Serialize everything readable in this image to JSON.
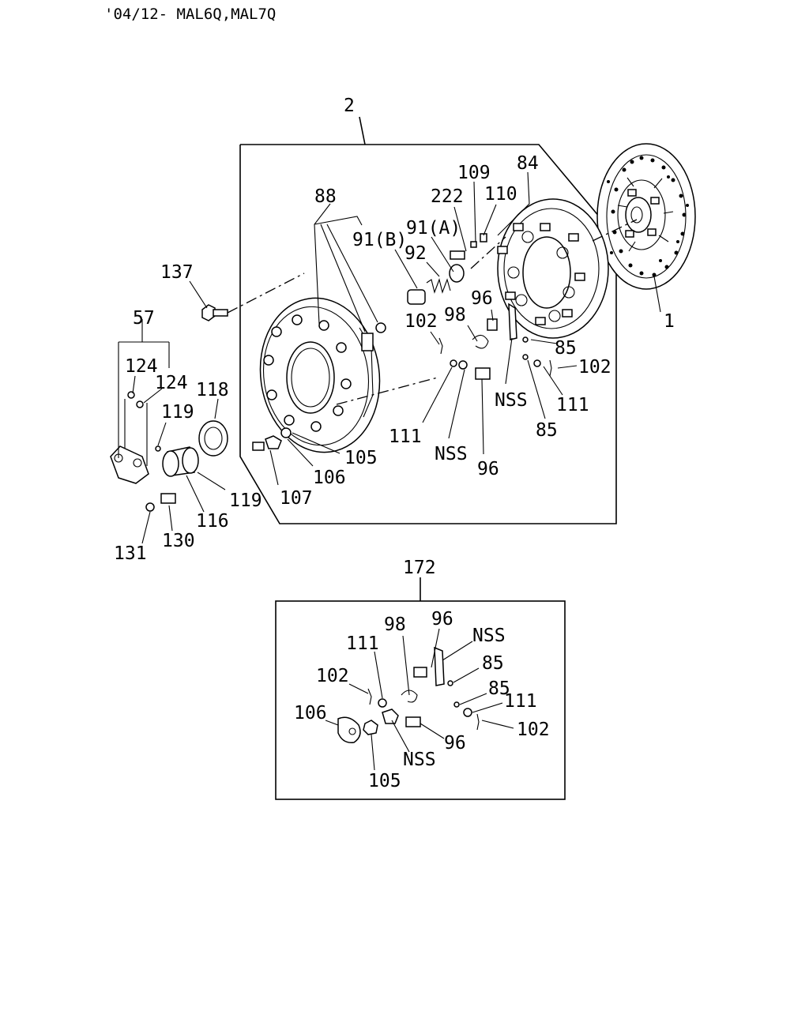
{
  "header": {
    "applicability": "'04/12-  MAL6Q,MAL7Q"
  },
  "upper_group": {
    "assembly_label": "2",
    "labels": {
      "l137": "137",
      "l57": "57",
      "l124a": "124",
      "l124b": "124",
      "l119a": "119",
      "l118": "118",
      "l119b": "119",
      "l116": "116",
      "l130": "130",
      "l131": "131",
      "l107": "107",
      "l106": "106",
      "l105": "105",
      "l88": "88",
      "l91b": "91(B)",
      "l92": "92",
      "l91a": "91(A)",
      "l222": "222",
      "l109": "109",
      "l110": "110",
      "l84": "84",
      "l1": "1",
      "l102a": "102",
      "l98": "98",
      "l96a": "96",
      "l85a": "85",
      "l102b": "102",
      "l111b": "111",
      "l85b": "85",
      "lnss1": "NSS",
      "l111a": "111",
      "lnss2": "NSS",
      "l96b": "96"
    }
  },
  "lower_group": {
    "kit_label": "172",
    "labels": {
      "k98": "98",
      "k96a": "96",
      "knss1": "NSS",
      "k111a": "111",
      "k85a": "85",
      "k102a": "102",
      "k85b": "85",
      "k111b": "111",
      "k106": "106",
      "k102b": "102",
      "k96b": "96",
      "knss2": "NSS",
      "k105": "105"
    }
  }
}
